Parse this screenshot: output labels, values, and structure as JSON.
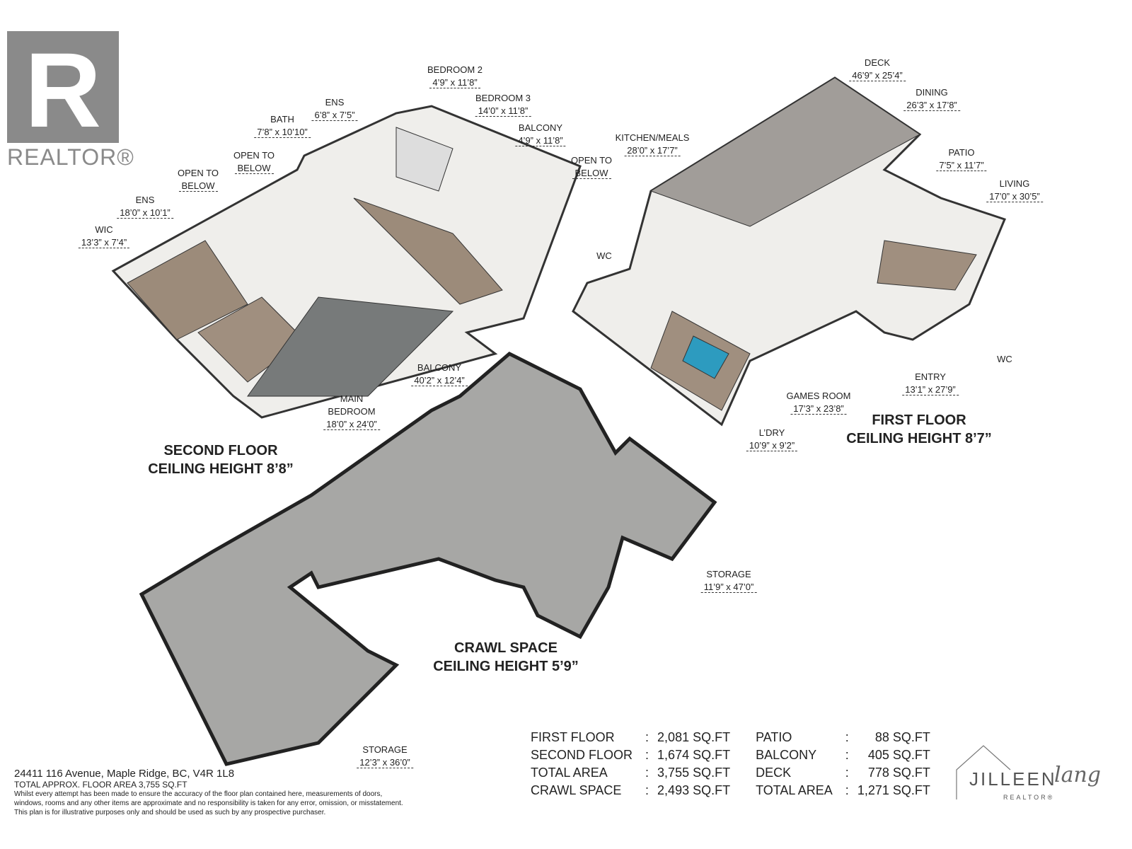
{
  "logo": {
    "mark": "R",
    "text": "REALTOR®"
  },
  "second_floor": {
    "title": "SECOND FLOOR",
    "ceiling": "CEILING HEIGHT 8’8”",
    "rooms": [
      {
        "name": "WIC",
        "dim": "13’3” x 7’4”"
      },
      {
        "name": "ENS",
        "dim": "18’0” x 10’1”"
      },
      {
        "name": "OPEN TO",
        "dim": "BELOW"
      },
      {
        "name": "OPEN TO",
        "dim": "BELOW"
      },
      {
        "name": "BATH",
        "dim": "7’8” x 10’10”"
      },
      {
        "name": "ENS",
        "dim": "6’8” x 7’5”"
      },
      {
        "name": "BEDROOM 2",
        "dim": "4’9” x 11’8”"
      },
      {
        "name": "BEDROOM 3",
        "dim": "14’0” x 11’8”"
      },
      {
        "name": "BALCONY",
        "dim": "4’9” x 11’8”"
      },
      {
        "name": "OPEN TO",
        "dim": "BELOW"
      },
      {
        "name": "BALCONY",
        "dim": "40’2” x 12’4”"
      },
      {
        "name": "MAIN\nBEDROOM",
        "dim": "18’0” x 24’0”"
      }
    ]
  },
  "first_floor": {
    "title": "FIRST FLOOR",
    "ceiling": "CEILING HEIGHT 8’7”",
    "rooms": [
      {
        "name": "DECK",
        "dim": "46’9” x 25’4”"
      },
      {
        "name": "DINING",
        "dim": "26’3” x 17’8”"
      },
      {
        "name": "KITCHEN/MEALS",
        "dim": "28’0” x 17’7”"
      },
      {
        "name": "PATIO",
        "dim": "7’5” x 11’7”"
      },
      {
        "name": "LIVING",
        "dim": "17’0” x 30’5”"
      },
      {
        "name": "WC",
        "dim": ""
      },
      {
        "name": "WC",
        "dim": ""
      },
      {
        "name": "ENTRY",
        "dim": "13’1” x 27’9”"
      },
      {
        "name": "GAMES ROOM",
        "dim": "17’3” x 23’8”"
      },
      {
        "name": "L’DRY",
        "dim": "10’9” x 9’2”"
      }
    ]
  },
  "crawl_space": {
    "title": "CRAWL SPACE",
    "ceiling": "CEILING HEIGHT 5’9”",
    "rooms": [
      {
        "name": "STORAGE",
        "dim": "11’9” x 47’0”"
      },
      {
        "name": "STORAGE",
        "dim": "12’3” x 36’0”"
      }
    ]
  },
  "footer": {
    "address": "24411 116 Avenue, Maple Ridge, BC, V4R 1L8",
    "total": "TOTAL APPROX. FLOOR AREA 3,755 SQ.FT",
    "disclaimer1": "Whilst every attempt has been made to ensure the accuracy of the floor plan contained here, measurements of doors,",
    "disclaimer2": "windows, rooms and any other items are approximate and no responsibility is taken for any error, omission, or misstatement.",
    "disclaimer3": "This plan is for illustrative purposes only and should be used as such by any prospective purchaser."
  },
  "areas": [
    {
      "l1": "FIRST FLOOR",
      "v1": "2,081 SQ.FT",
      "l2": "PATIO",
      "v2": "88 SQ.FT"
    },
    {
      "l1": "SECOND FLOOR",
      "v1": "1,674 SQ.FT",
      "l2": "BALCONY",
      "v2": "405 SQ.FT"
    },
    {
      "l1": "TOTAL AREA",
      "v1": "3,755 SQ.FT",
      "l2": "DECK",
      "v2": "778 SQ.FT"
    },
    {
      "l1": "CRAWL SPACE",
      "v1": "2,493 SQ.FT",
      "l2": "TOTAL AREA",
      "v2": "1,271 SQ.FT"
    }
  ],
  "separator": ":",
  "brand": {
    "name": "JILLEEN",
    "script": "lang",
    "sub": "REALTOR®"
  }
}
